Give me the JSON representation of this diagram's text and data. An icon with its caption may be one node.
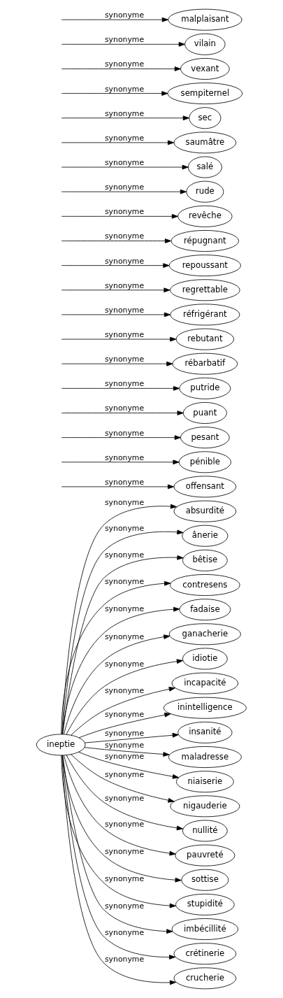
{
  "diagram": {
    "nodes": [
      {
        "text": [
          "ineptie"
        ]
      },
      {
        "text": [
          "absurdité"
        ]
      },
      {
        "text": [
          "ânerie"
        ]
      },
      {
        "text": [
          "bêtise"
        ]
      },
      {
        "text": [
          "contresens"
        ]
      },
      {
        "text": [
          "fadaise"
        ]
      },
      {
        "text": [
          "ganacherie"
        ]
      },
      {
        "text": [
          "idiotie"
        ]
      },
      {
        "text": [
          "incapacité"
        ]
      },
      {
        "text": [
          "inintelligence"
        ]
      },
      {
        "text": [
          "insanité"
        ]
      },
      {
        "text": [
          "maladresse"
        ]
      },
      {
        "text": [
          "niaiserie"
        ]
      },
      {
        "text": [
          "nigauderie"
        ]
      },
      {
        "text": [
          "nullité"
        ]
      },
      {
        "text": [
          "pauvreté"
        ]
      },
      {
        "text": [
          "sottise"
        ]
      },
      {
        "text": [
          "stupidité"
        ]
      },
      {
        "text": [
          "imbécillité"
        ]
      },
      {
        "text": [
          "crétinerie"
        ]
      },
      {
        "text": [
          "crucherie"
        ]
      },
      {
        "text": [
          "offensant"
        ]
      },
      {
        "text": [
          "pénible"
        ]
      },
      {
        "text": [
          "pesant"
        ]
      },
      {
        "text": [
          "puant"
        ]
      },
      {
        "text": [
          "putride"
        ]
      },
      {
        "text": [
          "rébarbatif"
        ]
      },
      {
        "text": [
          "rebutant"
        ]
      },
      {
        "text": [
          "réfrigérant"
        ]
      },
      {
        "text": [
          "regrettable"
        ]
      },
      {
        "text": [
          "repoussant"
        ]
      },
      {
        "text": [
          "répugnant"
        ]
      },
      {
        "text": [
          "revêche"
        ]
      },
      {
        "text": [
          "rude"
        ]
      },
      {
        "text": [
          "salé"
        ]
      },
      {
        "text": [
          "saumâtre"
        ]
      },
      {
        "text": [
          "sec"
        ]
      },
      {
        "text": [
          "sempiternel"
        ]
      },
      {
        "text": [
          "vexant"
        ]
      },
      {
        "text": [
          "vilain"
        ]
      },
      {
        "text": [
          "malplaisant"
        ]
      }
    ],
    "edges": [
      {
        "from": 0,
        "to": 1,
        "arrow": "to",
        "label": "synonyme"
      },
      {
        "from": 0,
        "to": 2,
        "arrow": "to",
        "label": "synonyme"
      },
      {
        "from": 0,
        "to": 3,
        "arrow": "to",
        "label": "synonyme"
      },
      {
        "from": 0,
        "to": 4,
        "arrow": "to",
        "label": "synonyme"
      },
      {
        "from": 0,
        "to": 5,
        "arrow": "to",
        "label": "synonyme"
      },
      {
        "from": 0,
        "to": 6,
        "arrow": "to",
        "label": "synonyme"
      },
      {
        "from": 0,
        "to": 7,
        "arrow": "to",
        "label": "synonyme"
      },
      {
        "from": 0,
        "to": 8,
        "arrow": "to",
        "label": "synonyme"
      },
      {
        "from": 0,
        "to": 9,
        "arrow": "to",
        "label": "synonyme"
      },
      {
        "from": 0,
        "to": 10,
        "arrow": "to",
        "label": "synonyme"
      },
      {
        "from": 0,
        "to": 11,
        "arrow": "to",
        "label": "synonyme"
      },
      {
        "from": 0,
        "to": 12,
        "arrow": "to",
        "label": "synonyme"
      },
      {
        "from": 0,
        "to": 13,
        "arrow": "to",
        "label": "synonyme"
      },
      {
        "from": 0,
        "to": 14,
        "arrow": "to",
        "label": "synonyme"
      },
      {
        "from": 0,
        "to": 15,
        "arrow": "to",
        "label": "synonyme"
      },
      {
        "from": 0,
        "to": 16,
        "arrow": "to",
        "label": "synonyme"
      },
      {
        "from": 0,
        "to": 17,
        "arrow": "to",
        "label": "synonyme"
      },
      {
        "from": 0,
        "to": 18,
        "arrow": "to",
        "label": "synonyme"
      },
      {
        "from": 0,
        "to": 19,
        "arrow": "to",
        "label": "synonyme"
      },
      {
        "from": 0,
        "to": 20,
        "arrow": "to",
        "label": "synonyme"
      },
      {
        "from": null,
        "to": 21,
        "arrow": "to",
        "label": "synonyme"
      },
      {
        "from": null,
        "to": 22,
        "arrow": "to",
        "label": "synonyme"
      },
      {
        "from": null,
        "to": 23,
        "arrow": "to",
        "label": "synonyme"
      },
      {
        "from": null,
        "to": 24,
        "arrow": "to",
        "label": "synonyme"
      },
      {
        "from": null,
        "to": 25,
        "arrow": "to",
        "label": "synonyme"
      },
      {
        "from": null,
        "to": 26,
        "arrow": "to",
        "label": "synonyme"
      },
      {
        "from": null,
        "to": 27,
        "arrow": "to",
        "label": "synonyme"
      },
      {
        "from": null,
        "to": 28,
        "arrow": "to",
        "label": "synonyme"
      },
      {
        "from": null,
        "to": 29,
        "arrow": "to",
        "label": "synonyme"
      },
      {
        "from": null,
        "to": 30,
        "arrow": "to",
        "label": "synonyme"
      },
      {
        "from": null,
        "to": 31,
        "arrow": "to",
        "label": "synonyme"
      },
      {
        "from": null,
        "to": 32,
        "arrow": "to",
        "label": "synonyme"
      },
      {
        "from": null,
        "to": 33,
        "arrow": "to",
        "label": "synonyme"
      },
      {
        "from": null,
        "to": 34,
        "arrow": "to",
        "label": "synonyme"
      },
      {
        "from": null,
        "to": 35,
        "arrow": "to",
        "label": "synonyme"
      },
      {
        "from": null,
        "to": 36,
        "arrow": "to",
        "label": "synonyme"
      },
      {
        "from": null,
        "to": 37,
        "arrow": "to",
        "label": "synonyme"
      },
      {
        "from": null,
        "to": 38,
        "arrow": "to",
        "label": "synonyme"
      },
      {
        "from": null,
        "to": 39,
        "arrow": "to",
        "label": "synonyme"
      },
      {
        "from": null,
        "to": 40,
        "arrow": "to",
        "label": "synonyme"
      }
    ]
  }
}
